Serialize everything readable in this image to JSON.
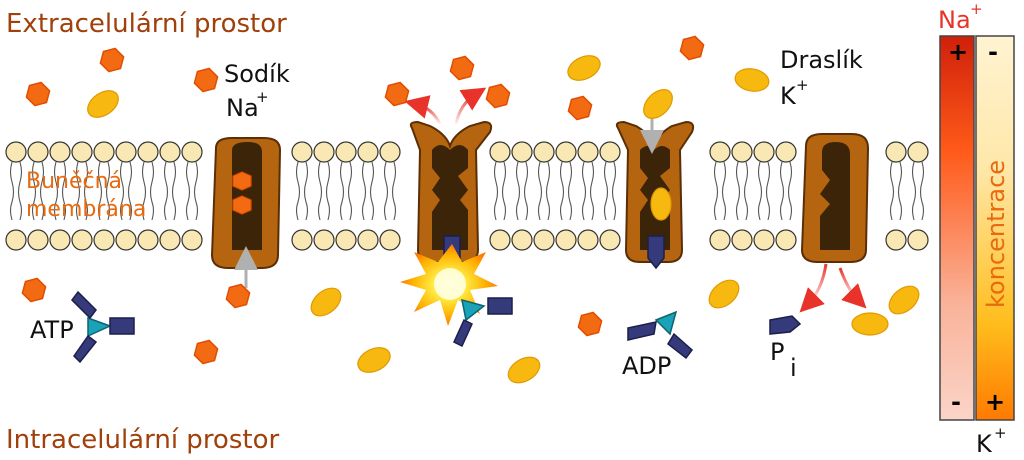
{
  "regions": {
    "extracellular": "Extracelulární prostor",
    "intracellular": "Intracelulární prostor"
  },
  "membrane": {
    "label_line1": "Buněčná",
    "label_line2": "membrána"
  },
  "sodium": {
    "name": "Sodík",
    "symbol": "Na",
    "charge": "+"
  },
  "potassium": {
    "name": "Draslík",
    "symbol": "K",
    "charge": "+"
  },
  "molecules": {
    "atp": "ATP",
    "adp": "ADP",
    "phosphate": "P",
    "phosphate_sub": "i"
  },
  "concentration_bar": {
    "label": "koncentrace",
    "na_label": "Na",
    "na_charge": "+",
    "k_label": "K",
    "k_charge": "+",
    "na_top_sign": "+",
    "na_bottom_sign": "-",
    "k_top_sign": "-",
    "k_bottom_sign": "+"
  },
  "colors": {
    "sodium_ion": "#f26a12",
    "potassium_ion": "#f7b80f",
    "pump": "#b5650f",
    "pump_channel": "#3c2409",
    "phospholipid_head": "#f9e8b4",
    "atp_body": "#343a7a",
    "atp_core": "#1aa3b8",
    "arrow_red": "#e8332a",
    "arrow_gray": "#b0b0b0",
    "region_text": "#a0400a"
  }
}
